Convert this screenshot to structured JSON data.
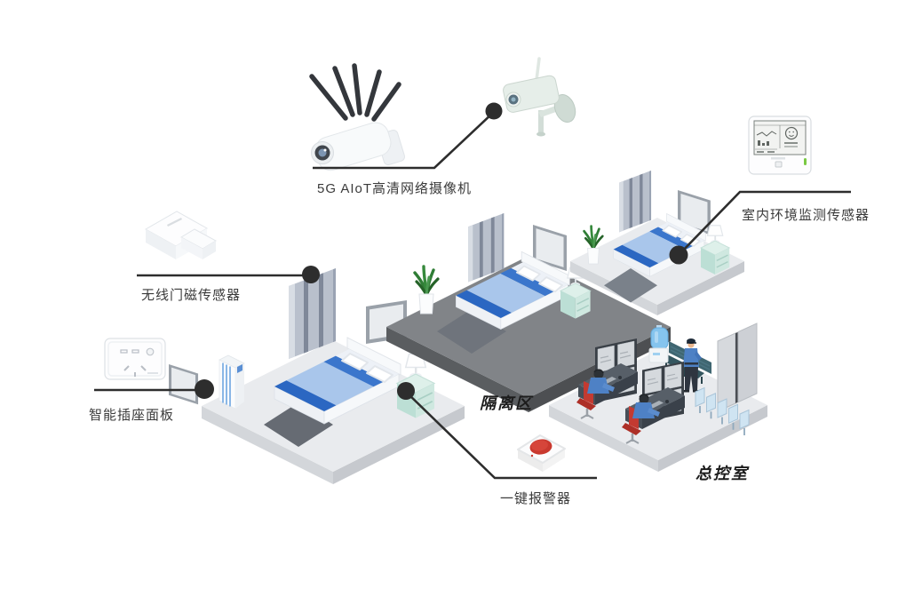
{
  "scene": {
    "background": "#ffffff",
    "devices": [
      {
        "id": "camera",
        "label": "5G AIoT高清网络摄像机"
      },
      {
        "id": "door_sensor",
        "label": "无线门磁传感器"
      },
      {
        "id": "smart_socket",
        "label": "智能插座面板"
      },
      {
        "id": "env_sensor",
        "label": "室内环境监测传感器"
      },
      {
        "id": "alarm",
        "label": "一键报警器"
      }
    ],
    "areas": [
      {
        "id": "isolation",
        "label": "隔离区"
      },
      {
        "id": "control",
        "label": "总控室"
      }
    ],
    "colors": {
      "leader": "#2d2d2d",
      "bed_blue": "#2b67c2",
      "bed_blue_light": "#a9c6eb",
      "alarm_red": "#c9392f",
      "floor_light": "#e9ebee",
      "floor_dark": "#818488",
      "mint": "#def0ea",
      "plant_green": "#2f7d35",
      "uniform_blue": "#4e81c5",
      "chair_red": "#c33a31",
      "led_green": "#7ac943"
    }
  }
}
